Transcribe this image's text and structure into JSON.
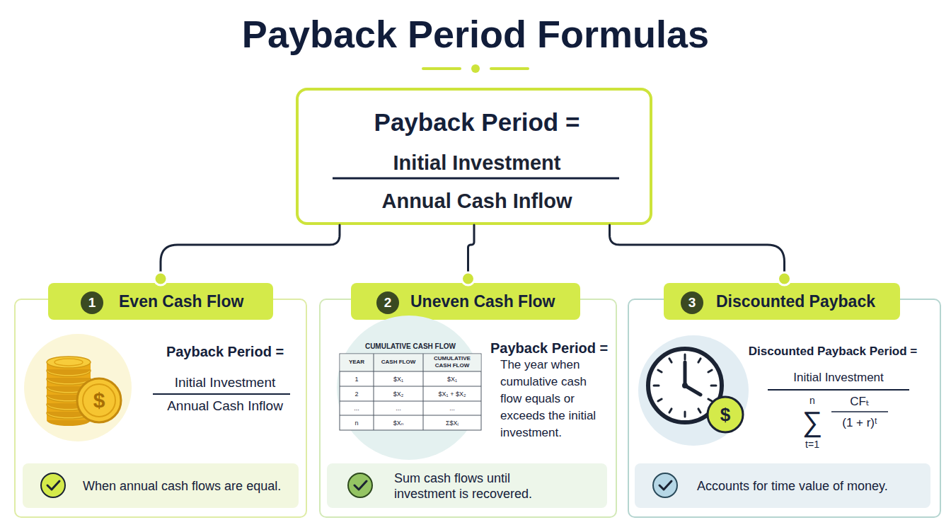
{
  "diagram": {
    "title": "Payback Period Formulas",
    "nodes": [
      {
        "text": [
          "Payback Period =",
          "Initial Investment",
          "Annual Cash Inflow"
        ]
      },
      {
        "text": [
          "1",
          "Even Cash Flow",
          "Payback Period =",
          "Initial Investment",
          "Annual Cash Inflow"
        ]
      },
      {
        "text": [
          "When annual cash flows are equal."
        ],
        "in": 1
      },
      {
        "text": [
          "2",
          "Uneven Cash Flow",
          "Payback Period =",
          "The year when cumulative cash flow equals or exceeds the initial investment."
        ]
      },
      {
        "text": [
          "Sum cash flows until investment is recovered."
        ],
        "in": 3
      },
      {
        "text": [
          "3",
          "Discounted Payback",
          "Discounted Payback Period =",
          "Initial Investment",
          "n",
          "∑",
          "t=1",
          "CFₜ",
          "(1 + r)ᵗ"
        ]
      },
      {
        "text": [
          "Accounts for time value of money."
        ],
        "in": 5
      }
    ],
    "edges": [
      {
        "from": 0,
        "to": 1,
        "arrow": "none"
      },
      {
        "from": 0,
        "to": 3,
        "arrow": "none"
      },
      {
        "from": 0,
        "to": 5,
        "arrow": "none"
      }
    ],
    "labels": [
      "$",
      "CUMULATIVE CASH FLOW",
      "YEAR",
      "CASH FLOW",
      "CUMULATIVE CASH FLOW",
      "1",
      "$X₁",
      "$X₁",
      "2",
      "$X₂",
      "$X₁ + $X₂",
      "...",
      "...",
      "...",
      "n",
      "$Xₙ",
      "Σ$Xᵢ",
      "$"
    ]
  }
}
